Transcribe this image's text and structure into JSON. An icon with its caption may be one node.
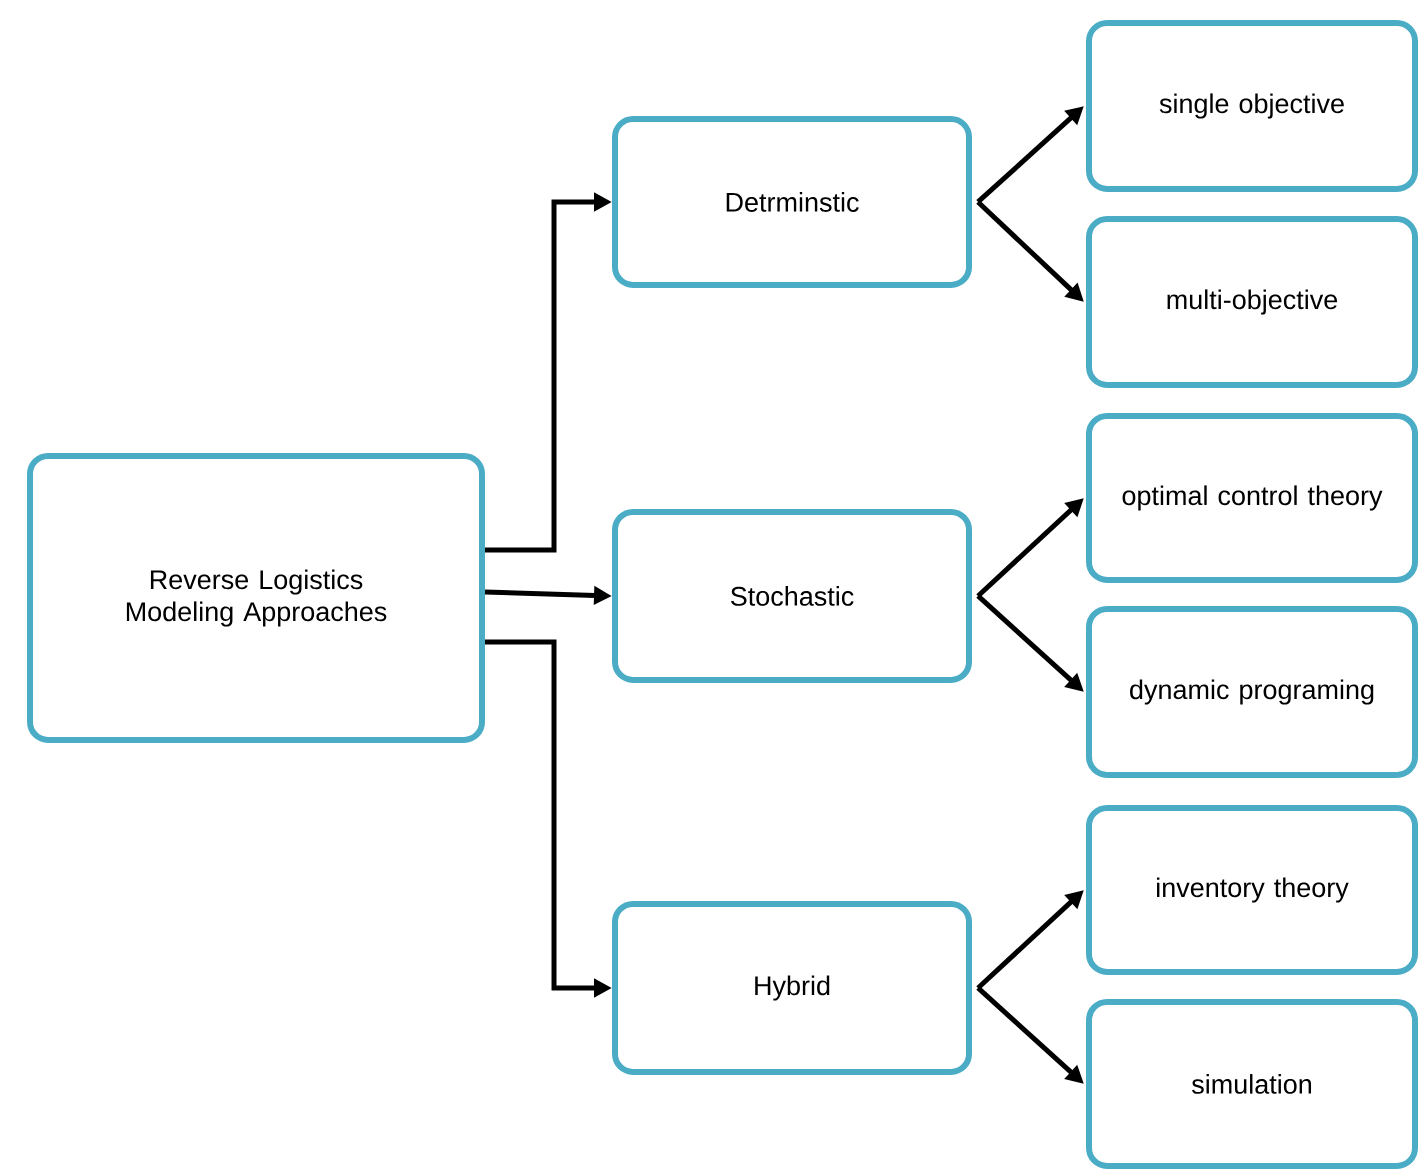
{
  "diagram": {
    "nodes": [
      {
        "text": [
          "Reverse Logistics Modeling Approaches"
        ]
      },
      {
        "text": [
          "Detrminstic"
        ]
      },
      {
        "text": [
          "Stochastic"
        ]
      },
      {
        "text": [
          "Hybrid"
        ]
      },
      {
        "text": [
          "single objective"
        ]
      },
      {
        "text": [
          "multi-objective"
        ]
      },
      {
        "text": [
          "optimal control theory"
        ]
      },
      {
        "text": [
          "dynamic programing"
        ]
      },
      {
        "text": [
          "inventory theory"
        ]
      },
      {
        "text": [
          "simulation"
        ]
      }
    ],
    "edges": [
      {
        "from": 0,
        "to": 1,
        "arrow": "to"
      },
      {
        "from": 0,
        "to": 2,
        "arrow": "to"
      },
      {
        "from": 0,
        "to": 3,
        "arrow": "to"
      },
      {
        "from": 1,
        "to": 4,
        "arrow": "to"
      },
      {
        "from": 1,
        "to": 5,
        "arrow": "to"
      },
      {
        "from": 2,
        "to": 6,
        "arrow": "to"
      },
      {
        "from": 2,
        "to": 7,
        "arrow": "to"
      },
      {
        "from": 3,
        "to": 8,
        "arrow": "to"
      },
      {
        "from": 3,
        "to": 9,
        "arrow": "to"
      }
    ]
  }
}
